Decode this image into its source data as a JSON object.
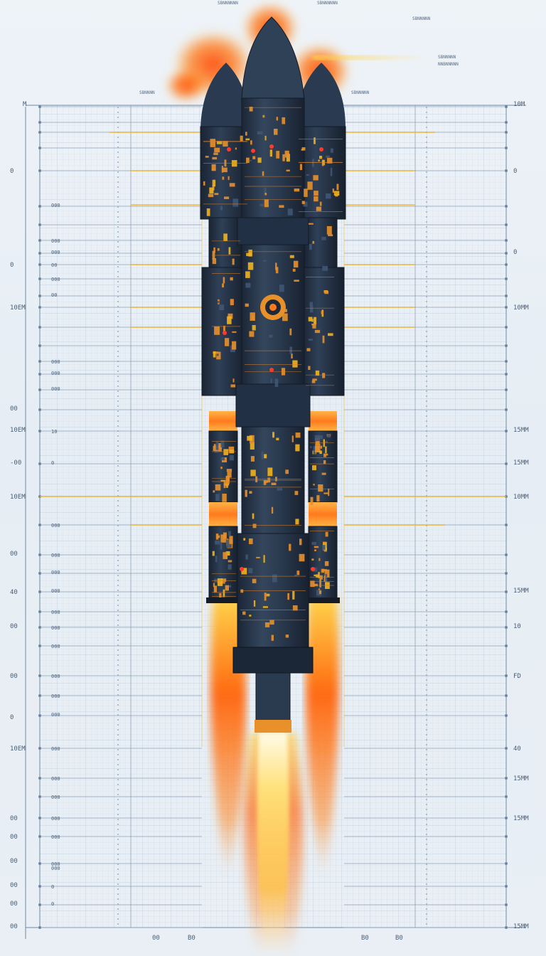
{
  "top_annotations": [
    "SBNNNNNN",
    "SBNNNNNN",
    "SBNNNNN",
    "SBNNNNN",
    "NNBNNNNN",
    "SBNNNNN",
    "SBNNNN"
  ],
  "left_edge_labels": [
    "M",
    "0",
    "0",
    "10EM",
    "00",
    "10EM",
    "-00",
    "10EM",
    "00",
    "40",
    "00",
    "00",
    "0",
    "10EM",
    "00",
    "00",
    "00",
    "00",
    "00",
    "00"
  ],
  "left_mid_labels": [
    "000",
    "000",
    "000",
    "00",
    "000",
    "00",
    "000",
    "000",
    "000",
    "10",
    "0",
    "000",
    "000",
    "000",
    "000",
    "000",
    "000",
    "000",
    "000",
    "000",
    "000",
    "000",
    "000",
    "000",
    "000",
    "000",
    "000",
    "000",
    "0",
    "0"
  ],
  "right_edge_labels": [
    "10M",
    "0",
    "0",
    "10MM",
    "15MM",
    "15MM",
    "10MM",
    "15MM",
    "10",
    "FD",
    "40",
    "15MM",
    "15MM",
    "15MM"
  ],
  "bottom_labels": [
    "00",
    "B0",
    "B0",
    "B0"
  ],
  "colors": {
    "background": "#e9eff5",
    "grid": "#c6d3e0",
    "rule": "#6f86a1",
    "accent": "#f2b21c",
    "hull": "#27374b",
    "hull_dark": "#1c2838",
    "trim": "#e8902a",
    "flame_outer": "#ff5a12",
    "flame_inner": "#ffd23a"
  }
}
